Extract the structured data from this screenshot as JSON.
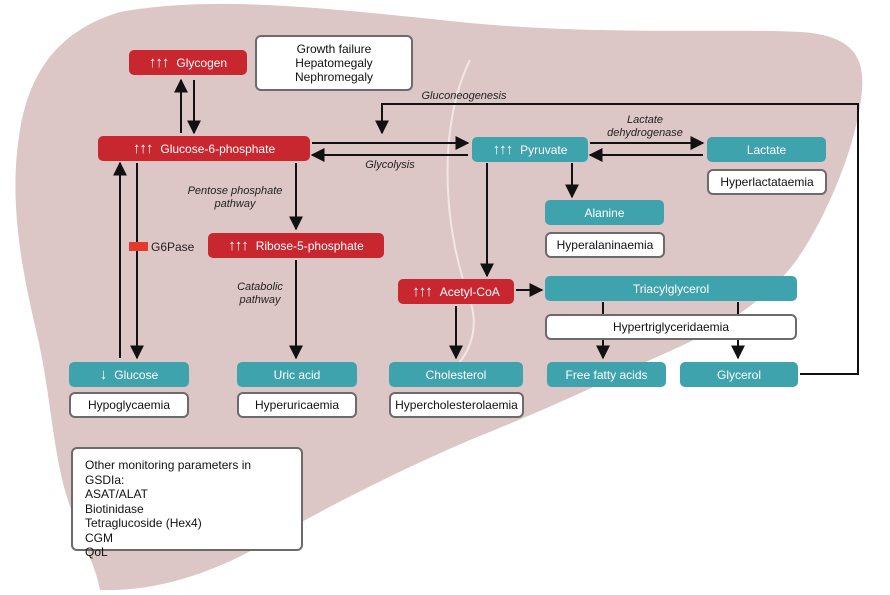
{
  "colors": {
    "red": "#c8272f",
    "teal": "#3fa3ae",
    "liver": "#ddc6c6",
    "outline": "#6b6b6b",
    "g6pase_block": "#e23a2c"
  },
  "nodes": {
    "glycogen": {
      "arrows": "↑↑↑",
      "label": "Glycogen"
    },
    "g6p": {
      "arrows": "↑↑↑",
      "label": "Glucose-6-phosphate"
    },
    "r5p": {
      "arrows": "↑↑↑",
      "label": "Ribose-5-phosphate"
    },
    "acetyl": {
      "arrows": "↑↑↑",
      "label": "Acetyl-CoA"
    },
    "pyruvate": {
      "arrows": "↑↑↑",
      "label": "Pyruvate"
    },
    "glucose": {
      "arrows": "↓",
      "label": "Glucose"
    },
    "lactate": {
      "label": "Lactate"
    },
    "alanine": {
      "label": "Alanine"
    },
    "triacylglycerol": {
      "label": "Triacylglycerol"
    },
    "uric_acid": {
      "label": "Uric acid"
    },
    "cholesterol": {
      "label": "Cholesterol"
    },
    "ffa": {
      "label": "Free fatty acids"
    },
    "glycerol": {
      "label": "Glycerol"
    }
  },
  "outcomes": {
    "growth": [
      "Growth failure",
      "Hepatomegaly",
      "Nephromegaly"
    ],
    "hypoglycaemia": "Hypoglycaemia",
    "hyperuricaemia": "Hyperuricaemia",
    "hypercholesterolaemia": "Hypercholesterolaemia",
    "hyperlactataemia": "Hyperlactataemia",
    "hyperalaninaemia": "Hyperalaninaemia",
    "hypertriglyceridaemia": "Hypertriglyceridaemia"
  },
  "pathways": {
    "gluconeogenesis": "Gluconeogenesis",
    "glycolysis": "Glycolysis",
    "lactate_dh": [
      "Lactate",
      "dehydrogenase"
    ],
    "ppp": [
      "Pentose phosphate",
      "pathway"
    ],
    "catabolic": [
      "Catabolic",
      "pathway"
    ],
    "g6pase": "G6Pase"
  },
  "monitoring": {
    "title": "Other monitoring parameters in GSDIa:",
    "items": [
      "ASAT/ALAT",
      "Biotinidase",
      "Tetraglucoside (Hex4)",
      "CGM",
      "QoL"
    ]
  }
}
